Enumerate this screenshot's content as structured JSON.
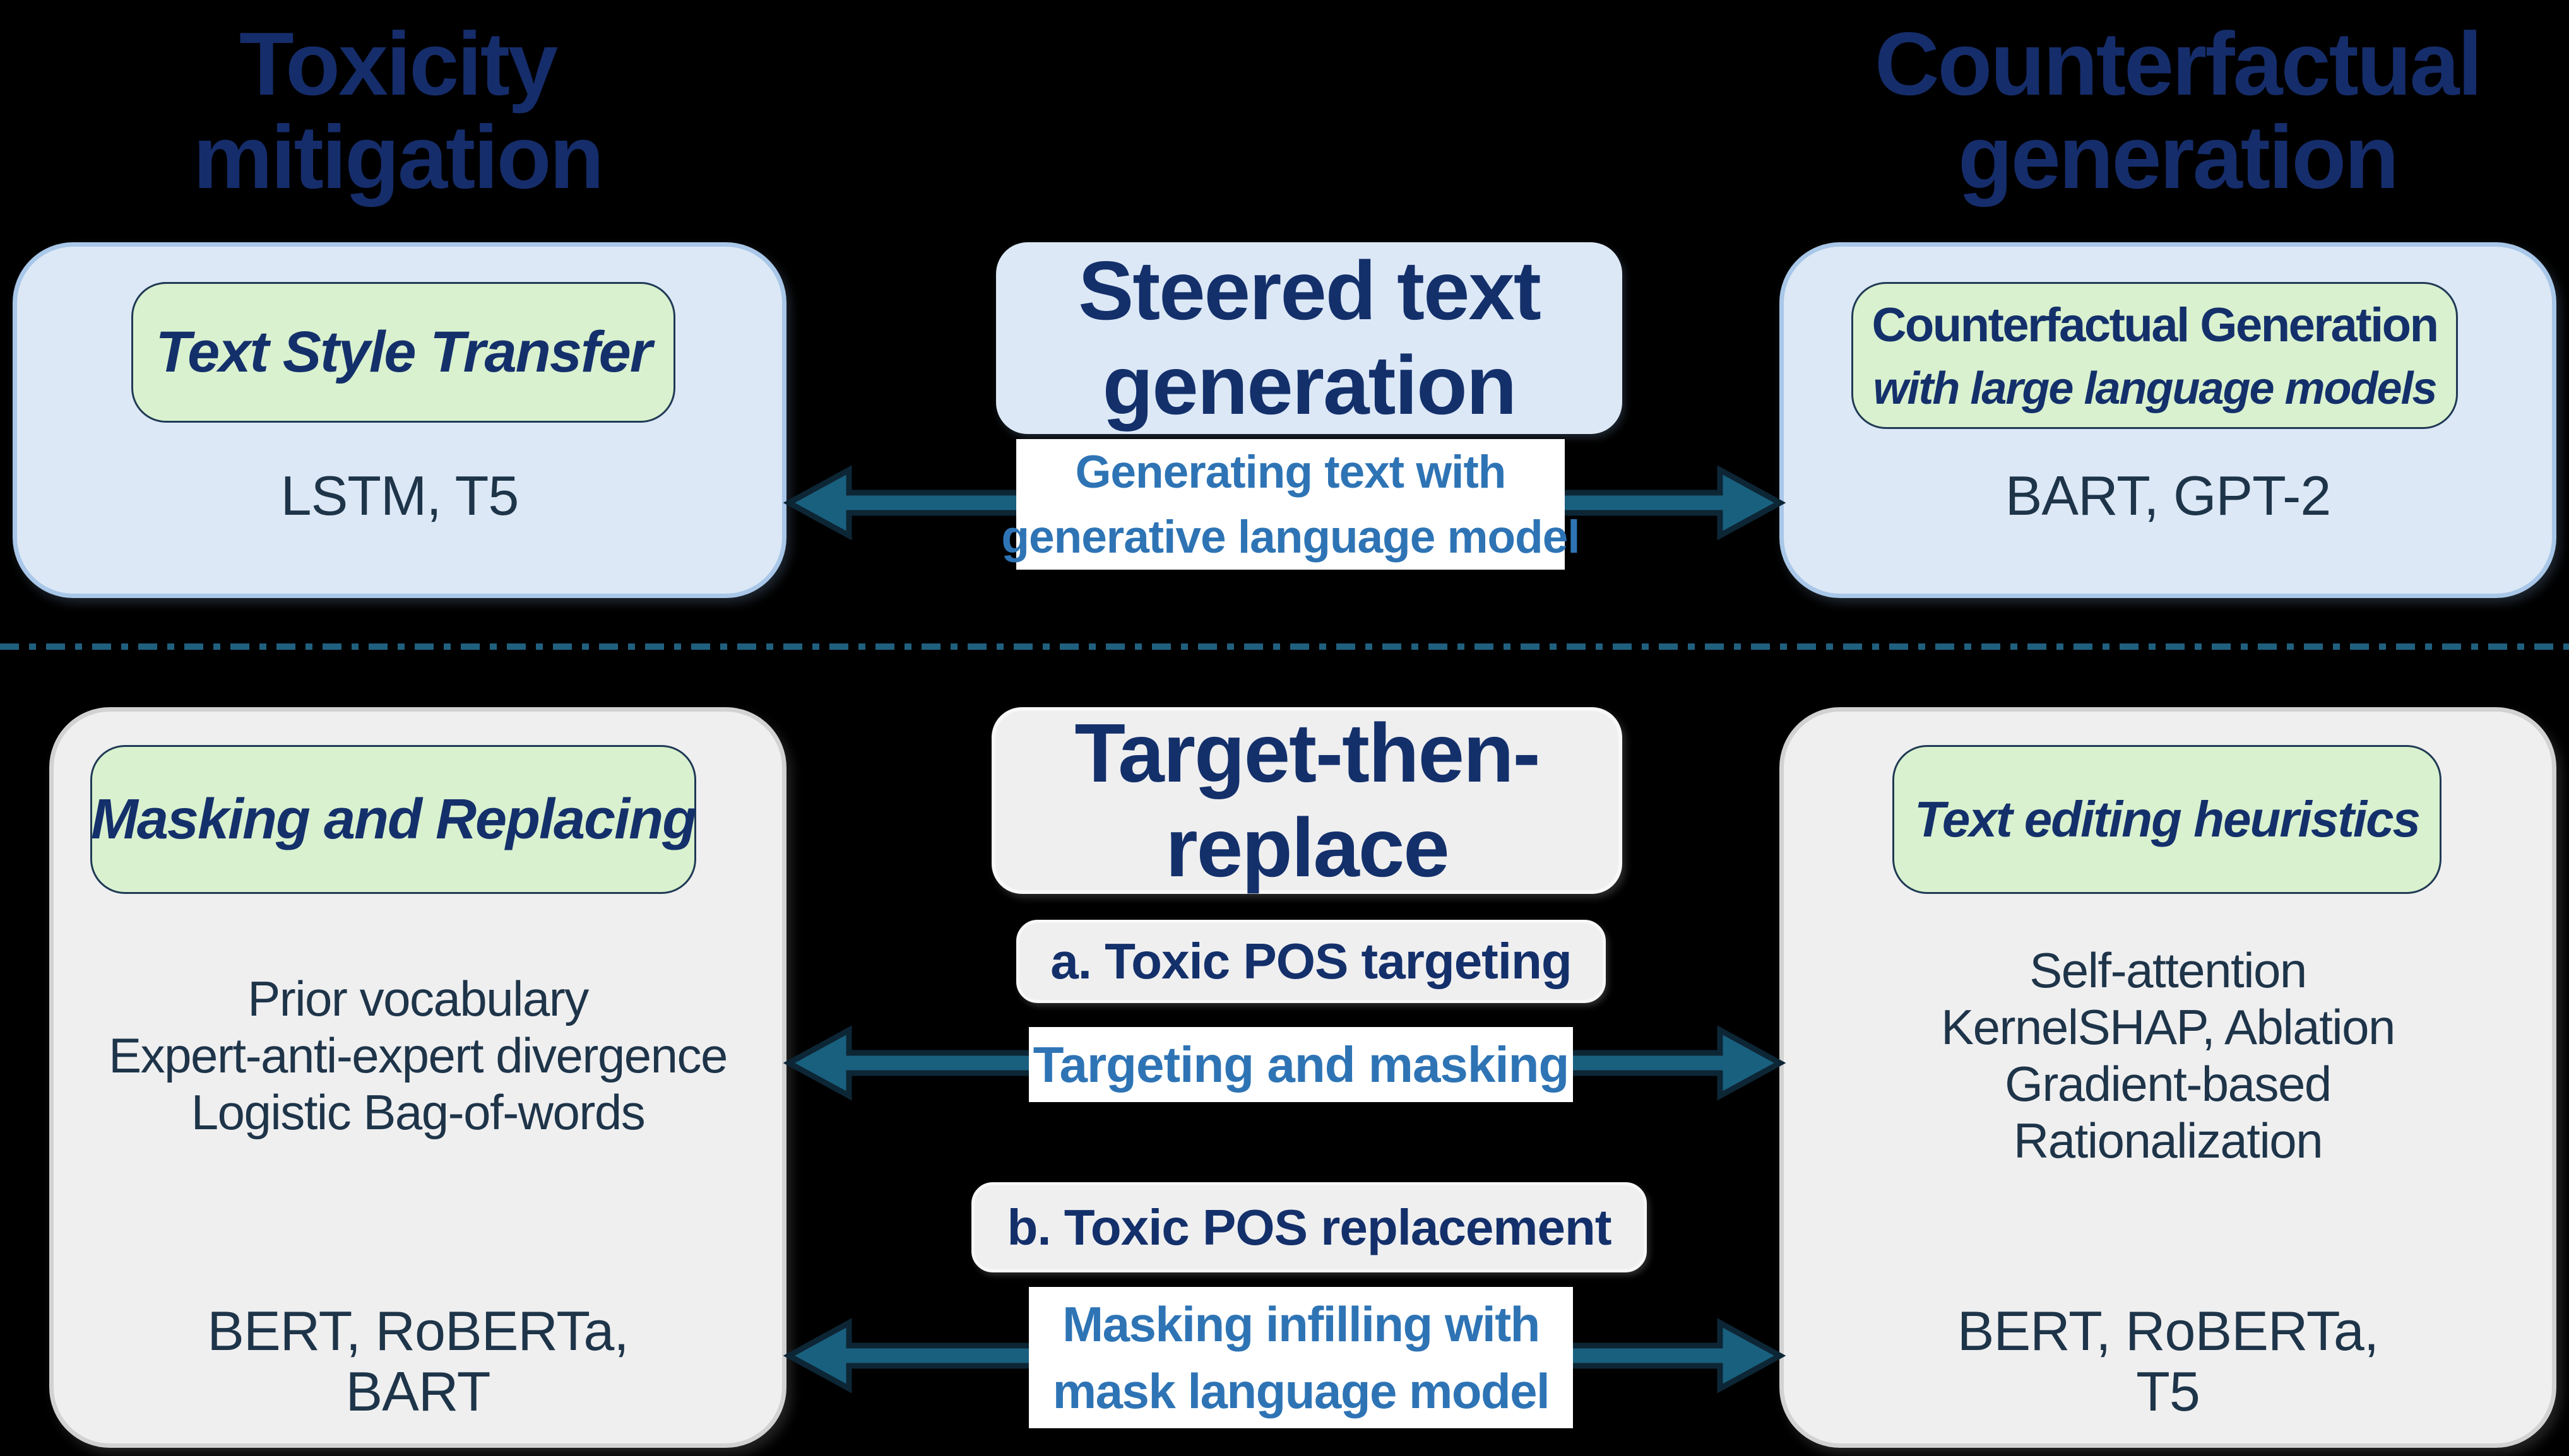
{
  "headings": {
    "left": {
      "line1": "Toxicity",
      "line2": "mitigation"
    },
    "right": {
      "line1": "Counterfactual",
      "line2": "generation"
    }
  },
  "top": {
    "left": {
      "tag": "Text Style Transfer",
      "models": "LSTM, T5"
    },
    "center": {
      "title1": "Steered text",
      "title2": "generation",
      "label1": "Generating text with",
      "label2": "generative language model"
    },
    "right": {
      "tag1": "Counterfactual Generation",
      "tag2": "with large language models",
      "models": "BART, GPT-2"
    }
  },
  "bottom": {
    "left": {
      "tag": "Masking and Replacing",
      "methods": [
        "Prior vocabulary",
        "Expert-anti-expert divergence",
        "Logistic Bag-of-words"
      ],
      "models1": "BERT, RoBERTa,",
      "models2": "BART"
    },
    "center": {
      "title1": "Target-then-",
      "title2": "replace",
      "step_a": "a. Toxic POS targeting",
      "label_a": "Targeting and masking",
      "step_b": "b. Toxic POS replacement",
      "label_b1": "Masking infilling with",
      "label_b2": "mask language model"
    },
    "right": {
      "tag": "Text editing heuristics",
      "methods": [
        "Self-attention",
        "KernelSHAP, Ablation",
        "Gradient-based",
        "Rationalization"
      ],
      "models1": "BERT, RoBERTa,",
      "models2": "T5"
    }
  },
  "colors": {
    "background": "#000000",
    "heading_navy": "#162d6b",
    "box_text_navy": "#14306b",
    "body_text_slate": "#1e3449",
    "label_blue": "#2e74b5",
    "blue_box_fill": "#dce8f6",
    "blue_box_border": "#a9c7e8",
    "green_box_fill": "#d9f1ce",
    "green_box_border": "#203a55",
    "gray_box_fill": "#efeff0",
    "gray_box_border": "#d2d2d2",
    "arrow_fill": "#19607f",
    "arrow_outline": "#0d2635",
    "divider_teal": "#20607f"
  }
}
